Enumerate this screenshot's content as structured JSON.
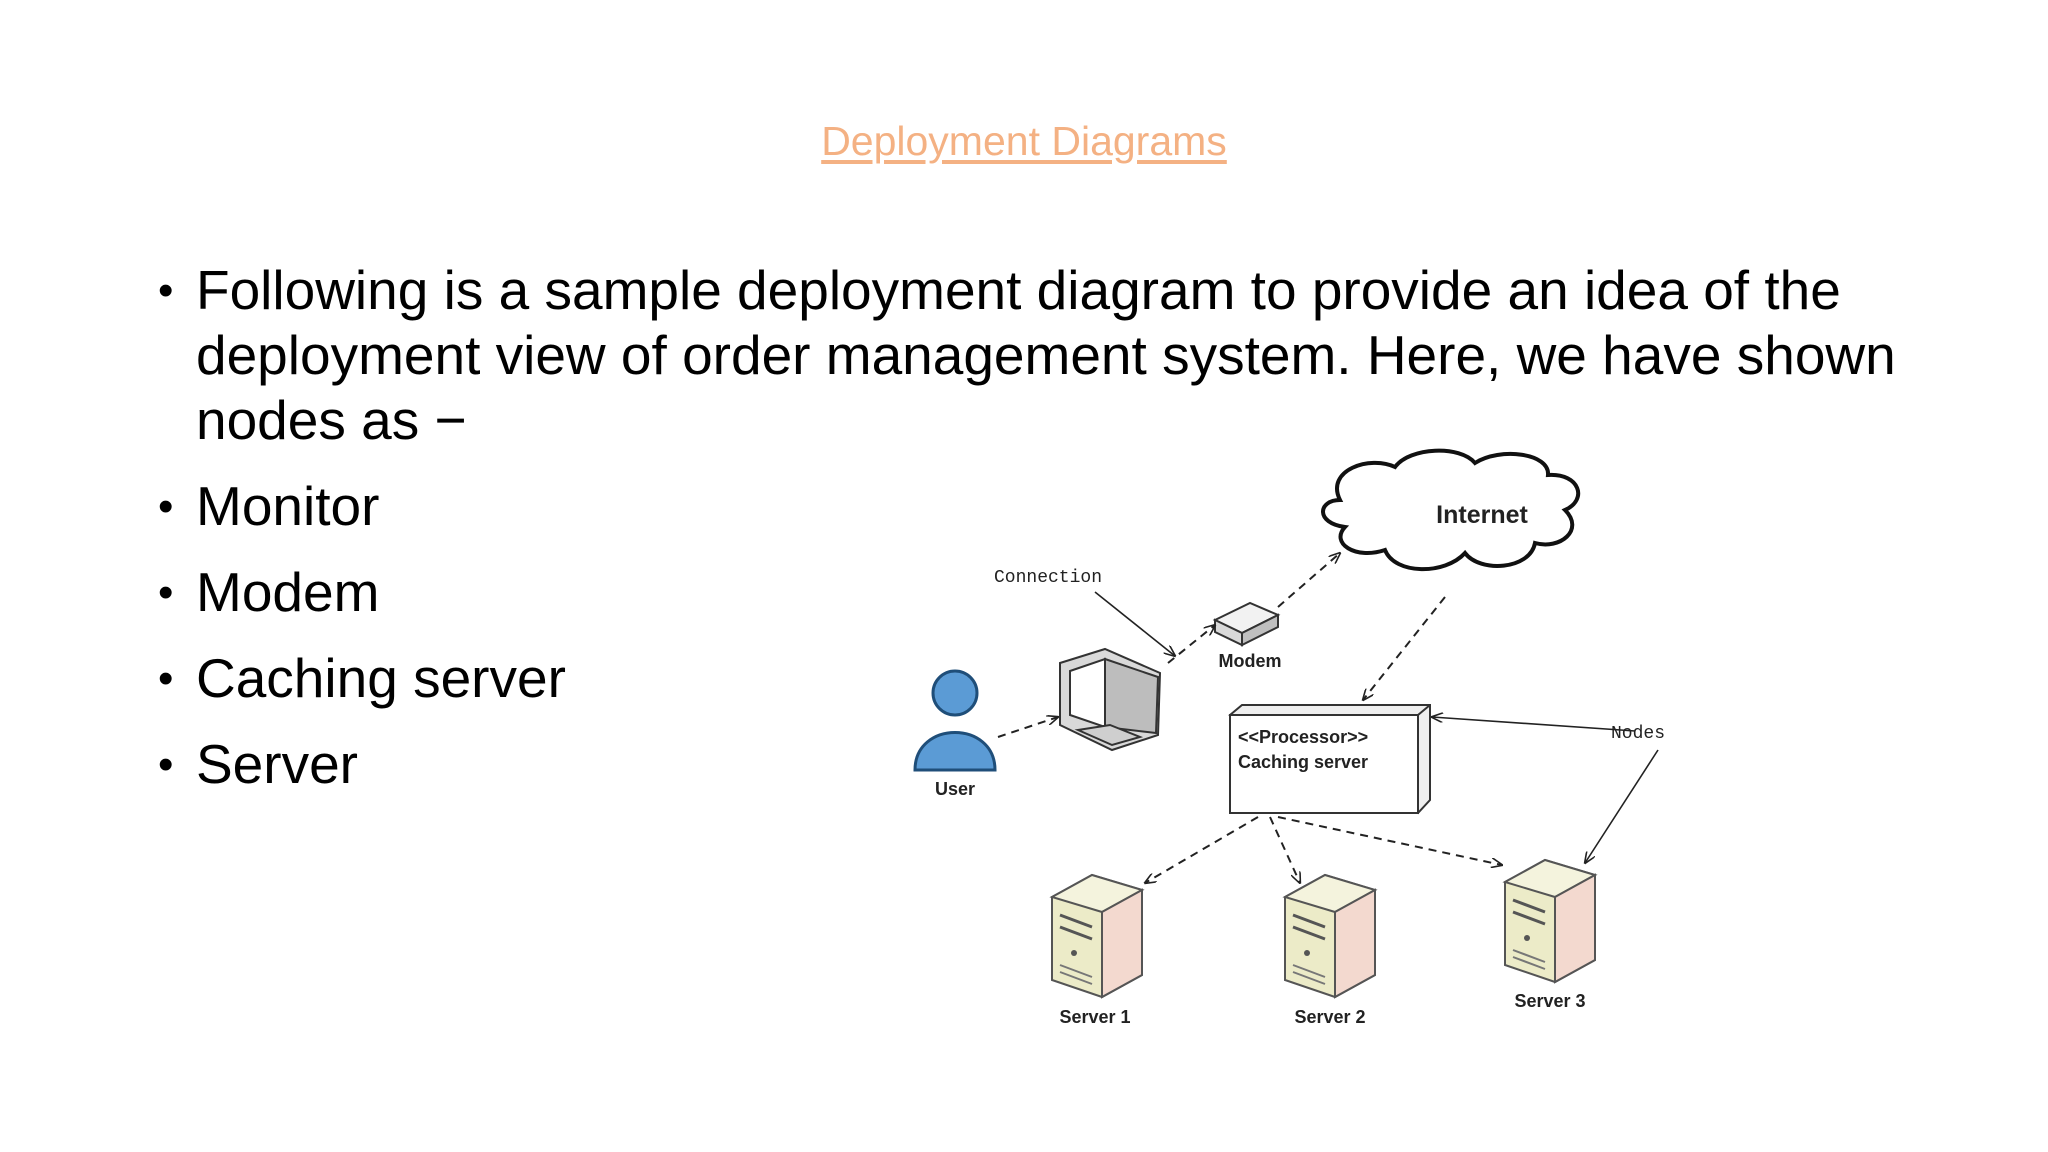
{
  "slide": {
    "title": "Deployment Diagrams",
    "bullets": [
      "Following is a sample deployment diagram to provide an idea of the deployment view of order management system. Here, we have shown nodes as −",
      "Monitor",
      "Modem",
      "Caching server",
      "Server"
    ]
  },
  "diagram": {
    "labels": {
      "internet": "Internet",
      "connection": "Connection",
      "modem": "Modem",
      "user": "User",
      "processor_stereotype": "<<Processor>>",
      "caching_server": "Caching server",
      "nodes": "Nodes",
      "server1": "Server 1",
      "server2": "Server 2",
      "server3": "Server 3"
    },
    "colors": {
      "title": "#f4b183",
      "user_fill": "#5b9bd5",
      "server_fill": "#ecebc8"
    }
  }
}
